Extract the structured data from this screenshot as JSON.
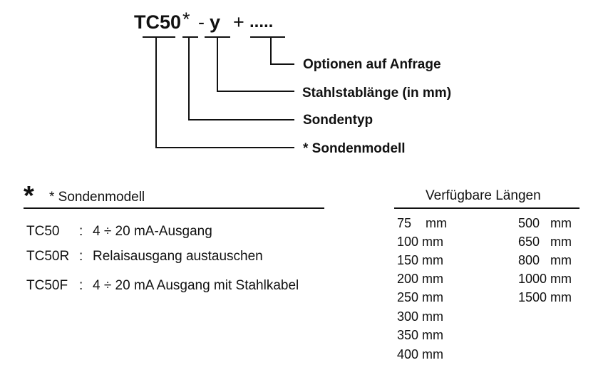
{
  "code": {
    "base": "TC50",
    "star": "*",
    "dash": "-",
    "y": "y",
    "plus": "+",
    "dots": "....."
  },
  "callouts": {
    "options": "Optionen auf Anfrage",
    "length": "Stahlstablänge (in mm)",
    "type": "Sondentyp",
    "model": "* Sondenmodell"
  },
  "models": {
    "star_icon": "*",
    "heading": "* Sondenmodell",
    "rows": [
      {
        "code": "TC50",
        "sep": ":",
        "desc": "4 ÷ 20 mA-Ausgang"
      },
      {
        "code": "TC50R",
        "sep": ":",
        "desc": "Relaisausgang austauschen"
      },
      {
        "code": "TC50F",
        "sep": ":",
        "desc": "4 ÷ 20 mA Ausgang mit Stahlkabel"
      }
    ]
  },
  "lengths": {
    "heading": "Verfügbare Längen",
    "col1": [
      "75    mm",
      "100 mm",
      "150 mm",
      "200 mm",
      "250 mm",
      "300 mm",
      "350 mm",
      "400 mm"
    ],
    "col2": [
      "500   mm",
      "650   mm",
      "800   mm",
      "1000 mm",
      "1500 mm"
    ]
  }
}
